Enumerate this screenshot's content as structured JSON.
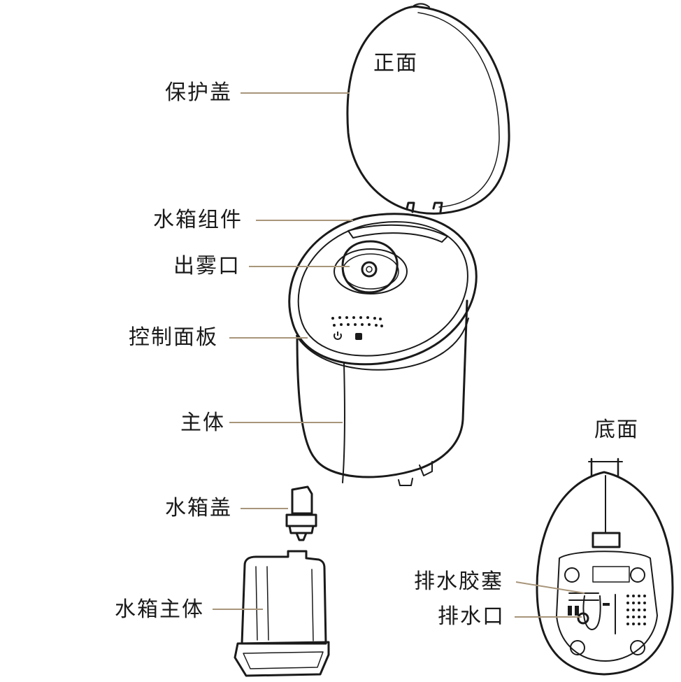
{
  "views": {
    "front": "正面",
    "bottom": "底面"
  },
  "labels": {
    "protective_cover": "保护盖",
    "tank_assembly": "水箱组件",
    "mist_outlet": "出雾口",
    "control_panel": "控制面板",
    "main_body": "主体",
    "tank_cap": "水箱盖",
    "tank_body": "水箱主体",
    "drain_plug": "排水胶塞",
    "drain_port": "排水口"
  },
  "colors": {
    "leader_line": "#a8957a",
    "outline": "#1a1a1a"
  }
}
